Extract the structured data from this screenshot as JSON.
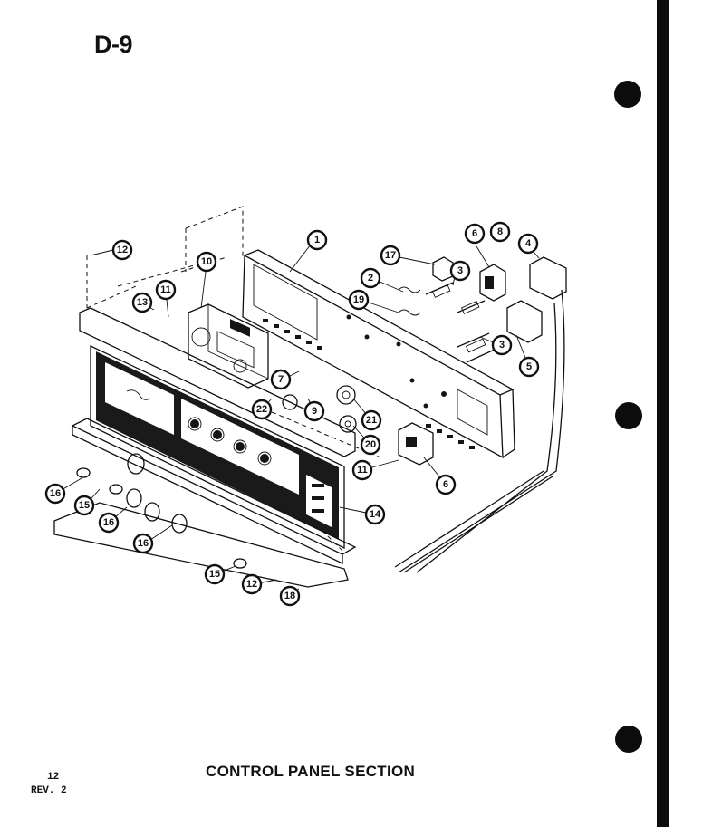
{
  "page_code": "D-9",
  "caption": "CONTROL PANEL SECTION",
  "page_number": "12",
  "revision": "REV. 2",
  "callouts": [
    "1",
    "2",
    "3",
    "3",
    "4",
    "5",
    "6",
    "6",
    "7",
    "8",
    "9",
    "10",
    "11",
    "11",
    "12",
    "12",
    "13",
    "14",
    "15",
    "15",
    "16",
    "16",
    "16",
    "17",
    "18",
    "19",
    "20",
    "21",
    "22"
  ],
  "icons": {
    "punch_holes": "punch-hole-icon"
  }
}
